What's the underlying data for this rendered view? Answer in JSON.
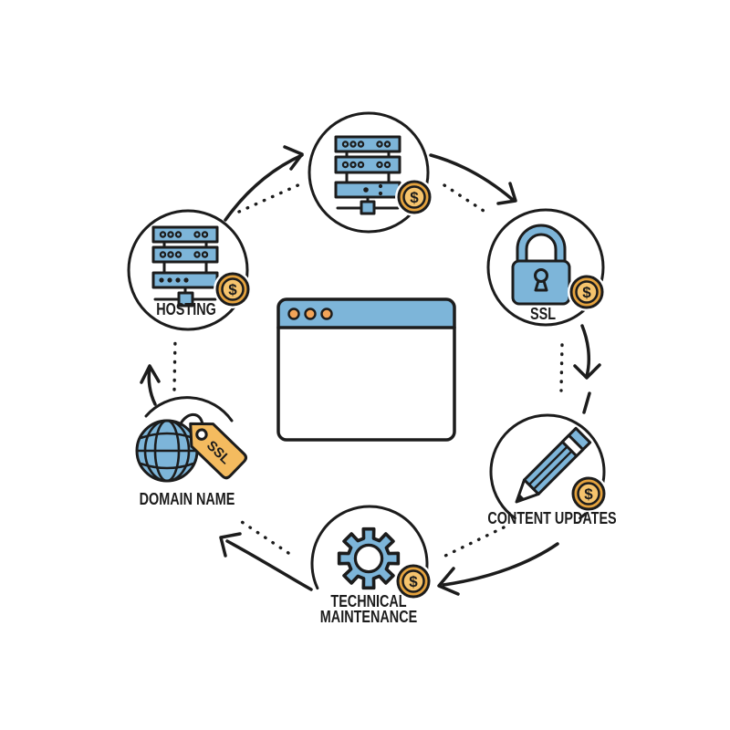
{
  "palette": {
    "background": "#ffffff",
    "outline": "#1c1c1c",
    "icon_blue": "#7db5d9",
    "coin_ring": "#e5a33e",
    "coin_face": "#f6c46d",
    "tag_fill": "#f4bb5f",
    "window_dot": "#f2a458"
  },
  "coin": {
    "symbol": "$"
  },
  "center": {
    "icon": "browser-window-icon",
    "button_count": 3
  },
  "nodes": {
    "server_cost": {
      "icon": "server-icon"
    },
    "hosting": {
      "icon": "server-icon",
      "label": "HOSTING"
    },
    "ssl": {
      "icon": "padlock-icon",
      "label": "SSL"
    },
    "content_updates": {
      "icon": "pencil-icon",
      "label": "CONTENT UPDATES"
    },
    "technical_maintenance": {
      "icon": "gear-icon",
      "label_line1": "TECHNICAL",
      "label_line2": "MAINTENANCE"
    },
    "domain_name": {
      "icon": "globe-icon",
      "label": "DOMAIN NAME",
      "tag_text": "SSL"
    }
  }
}
